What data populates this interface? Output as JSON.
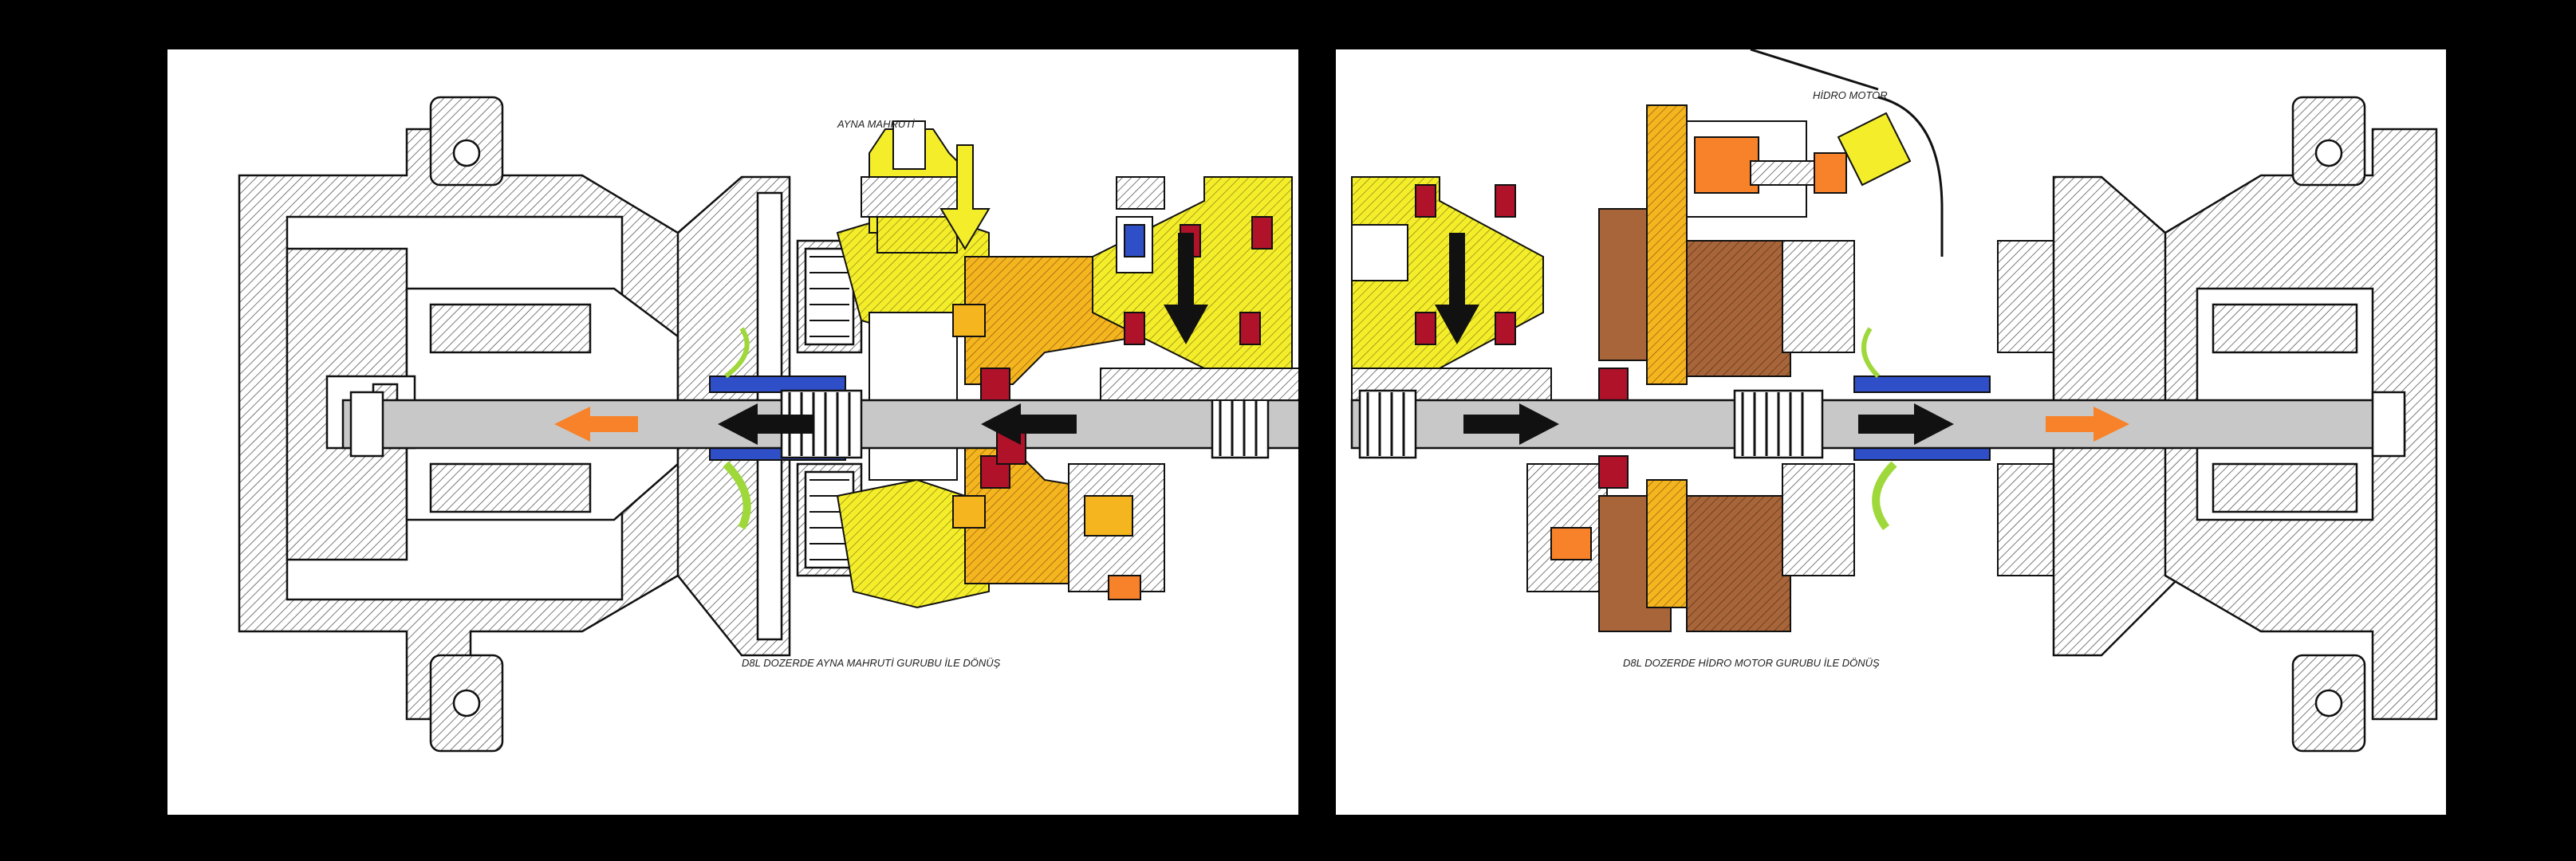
{
  "left_panel": {
    "top_label": "AYNA MAHRUTİ",
    "caption": "D8L DOZERDE   AYNA MAHRUTİ GURUBU İLE DÖNÜŞ"
  },
  "right_panel": {
    "top_label": "HİDRO MOTOR",
    "caption": "D8L DOZERDE HİDRO MOTOR GURUBU İLE DÖNÜŞ"
  },
  "colors": {
    "background": "#000000",
    "panel": "#ffffff",
    "yellow_gear": "#f4ee2a",
    "orange_housing": "#f5b51e",
    "brown_block": "#a8653a",
    "orange_arrow": "#f7822a",
    "red_bearing": "#b0122a",
    "blue_clutch": "#2f4fc8",
    "green_spring": "#9fd83a",
    "shaft_grey": "#c8c8c8",
    "line_black": "#111111"
  },
  "icons": [
    "arrow-down-icon",
    "arrow-left-icon",
    "arrow-right-icon"
  ]
}
